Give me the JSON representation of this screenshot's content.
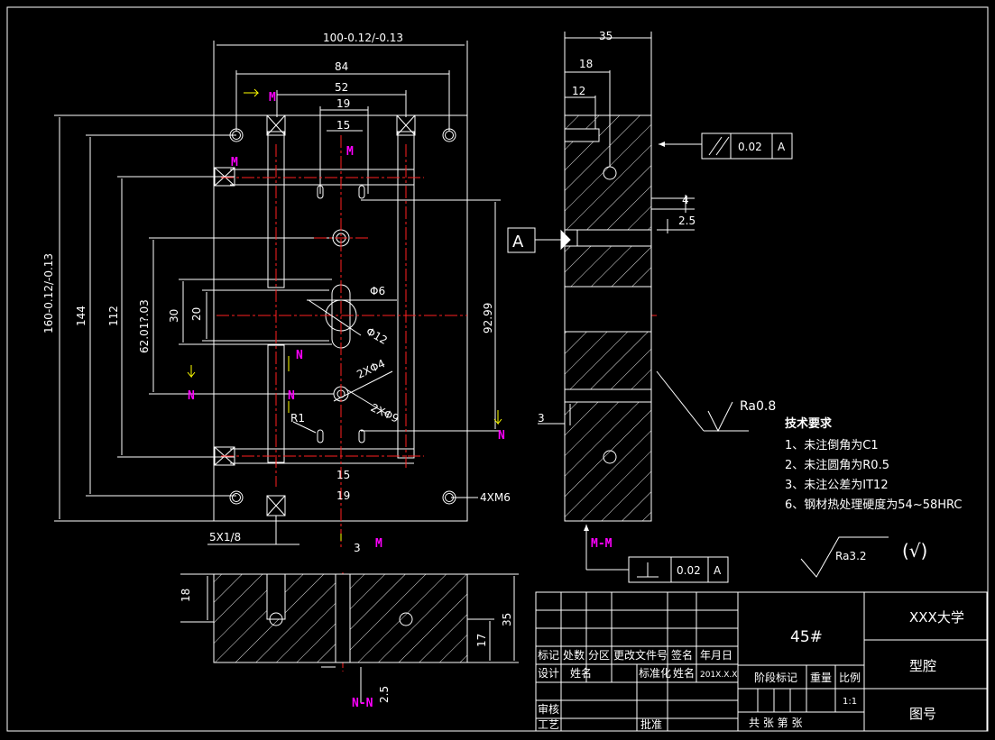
{
  "colors": {
    "background": "#000000",
    "lines": "#ffffff",
    "center": "#ff2020",
    "marker": "#ff00ff",
    "arrow": "#ffff00"
  },
  "front_view": {
    "dims": {
      "width_total": "100-0.12/-0.13",
      "d84": "84",
      "d52": "52",
      "d19_top": "19",
      "d15_top": "15",
      "d15_bot": "15",
      "d19_bot": "19",
      "height_total": "160-0.12/-0.13",
      "d144": "144",
      "d112": "112",
      "d62": "62.01?.03",
      "d30": "30",
      "d20": "20",
      "d92": "92.99",
      "phi6": "Φ6",
      "phi12": "Φ12",
      "phi4": "2XΦ4",
      "phi9": "2XΦ9",
      "r1": "R1",
      "thread": "4XM6",
      "pipe": "5X1/8",
      "d3": "3"
    },
    "markers": {
      "m": "M",
      "n": "N"
    }
  },
  "side_view": {
    "dims": {
      "d35": "35",
      "d18": "18",
      "d12": "12",
      "d4": "4",
      "d25": "2.5",
      "d3": "3"
    },
    "datum": "A",
    "parallel": {
      "value": "0.02",
      "datum": "A"
    },
    "perp": {
      "value": "0.02",
      "datum": "A"
    },
    "roughness": "Ra0.8",
    "section": "M-M"
  },
  "section_view": {
    "dims": {
      "d18": "18",
      "d35": "35",
      "d17": "17",
      "d25": "2.5"
    },
    "section": "N-N"
  },
  "requirements": {
    "title": "技术要求",
    "items": [
      "1、未注倒角为C1",
      "2、未注圆角为R0.5",
      "3、未注公差为IT12",
      "6、钢材热处理硬度为54~58HRC"
    ]
  },
  "surface": {
    "ra": "Ra3.2",
    "mark": "(√)"
  },
  "title_block": {
    "material": "45#",
    "school": "XXX大学",
    "part": "型腔",
    "drawing_no": "图号",
    "header_row": [
      "标记",
      "处数",
      "分区",
      "更改文件号",
      "签名",
      "年月日"
    ],
    "design": "设计",
    "name1": "姓名",
    "std": "标准化",
    "name2": "姓名",
    "date": "201X.X.X",
    "stage": "阶段标记",
    "weight": "重量",
    "scale": "比例",
    "scale_val": "1:1",
    "review": "审核",
    "process": "工艺",
    "approve": "批准",
    "sheets": "共 张 第 张"
  }
}
